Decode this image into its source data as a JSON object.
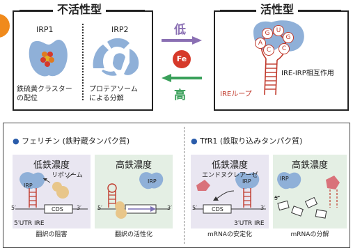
{
  "top": {
    "inactive": {
      "title": "不活性型",
      "irp1_label": "IRP1",
      "irp2_label": "IRP2",
      "irp1_caption": [
        "鉄硫黄クラスター",
        "の配位"
      ],
      "irp2_caption": [
        "プロテアソーム",
        "による分解"
      ]
    },
    "middle": {
      "low": "低",
      "fe": "Fe",
      "high": "高"
    },
    "active": {
      "title": "活性型",
      "loop_letters": [
        "A",
        "G",
        "U",
        "G",
        "C",
        "C"
      ],
      "interaction_label": "IRE-IRP相互作用",
      "loop_label": "IREループ"
    }
  },
  "bottom": {
    "ferritin": {
      "title": "フェリチン (鉄貯蔵タンパク質)",
      "low_title": "低鉄濃度",
      "high_title": "高鉄濃度",
      "irp": "IRP",
      "ribosome": "リボソーム",
      "cds": "CDS",
      "five_prime": "5′",
      "three_prime": "3′",
      "utr_ire": "5′UTR IRE",
      "low_caption": "翻訳の阻害",
      "high_caption": "翻訳の活性化"
    },
    "tfr1": {
      "title": "TfR1 (鉄取り込みタンパク質)",
      "low_title": "低鉄濃度",
      "high_title": "高鉄濃度",
      "irp": "IRP",
      "endonuclease": "エンドヌクレアーゼ",
      "cds": "CDS",
      "five_prime": "5′",
      "three_prime": "3′",
      "utr_ire": "3′UTR IRE",
      "low_caption": "mRNAの安定化",
      "high_caption": "mRNAの分解"
    }
  },
  "colors": {
    "blob_blue": "#8fb0d8",
    "low_arrow": "#8a6fb3",
    "high_arrow": "#3aa05a",
    "fe_red": "#d6392a",
    "panel_purple": "#e9e6f1",
    "panel_green": "#e4efe4",
    "orange_accent": "#f08a1c",
    "ire_red": "#c0392b"
  }
}
